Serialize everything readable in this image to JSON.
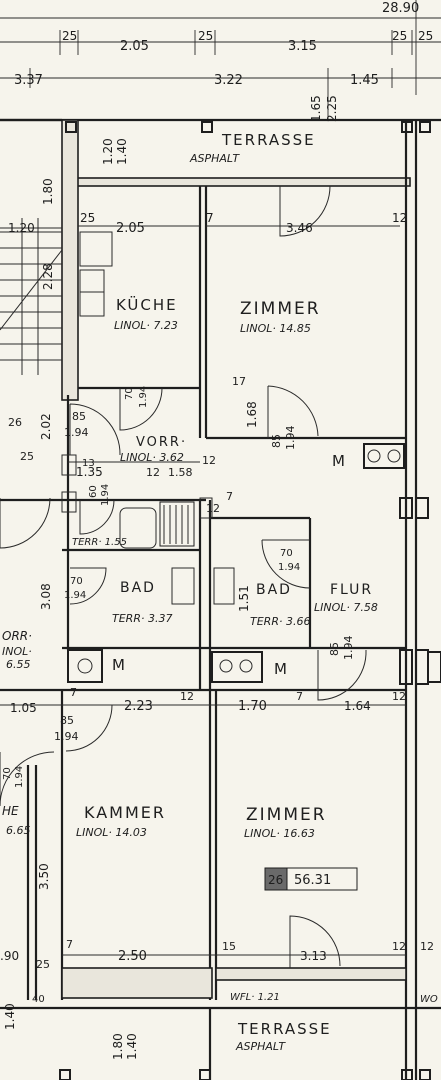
{
  "dimensions": {
    "top_total": "28.90",
    "top_row": [
      "25",
      "2.05",
      "25",
      "3.15",
      "25",
      "25"
    ],
    "second_row": [
      "3.37",
      "3.22",
      "1.45"
    ],
    "vertical": [
      "1.20",
      "1.40",
      "1.65",
      "2.25",
      "1.80",
      "2.28",
      "2.02",
      "3.08",
      "3.50",
      "1.80",
      "1.40",
      "1.40"
    ],
    "misc": [
      "1.20",
      "25",
      "2.05",
      "7",
      "3.46",
      "12",
      "1.35",
      "12",
      "1.58",
      "12",
      "7",
      "1.05",
      "7",
      "2.23",
      "12",
      "1.70",
      "7",
      "1.64",
      "12",
      "12",
      "7",
      "2.50",
      "15",
      "3.13",
      "12",
      ".90",
      "25",
      "40",
      "1.68",
      "17",
      "1.51",
      "12",
      "85",
      "1.94",
      "7",
      "26"
    ]
  },
  "rooms": {
    "terrasse_top": {
      "name": "TERRASSE",
      "sub": "ASPHALT"
    },
    "kueche": {
      "name": "KÜCHE",
      "floor": "LINOL· 7.23",
      "unit": "□"
    },
    "zimmer1": {
      "name": "ZIMMER",
      "floor": "LINOL· 14.85",
      "unit": "□"
    },
    "vorr": {
      "name": "VORR·",
      "floor": "LINOL· 3.62",
      "unit": "□"
    },
    "terr_small": {
      "label": "TERR· 1.55",
      "unit": "□"
    },
    "bad1": {
      "name": "BAD",
      "floor": "TERR· 3.37",
      "unit": "□"
    },
    "bad2": {
      "name": "BAD",
      "floor": "TERR· 3.66",
      "unit": "□"
    },
    "flur": {
      "name": "FLUR",
      "floor": "LINOL· 7.58",
      "unit": "□"
    },
    "kammer": {
      "name": "KAMMER",
      "floor": "LINOL· 14.03",
      "unit": "□"
    },
    "zimmer2": {
      "name": "ZIMMER",
      "floor": "LINOL· 16.63",
      "unit": "□"
    },
    "wfl": {
      "label": "WFL· 1.21",
      "unit": "□"
    },
    "terrasse_bottom": {
      "name": "TERRASSE",
      "sub": "ASPHALT"
    },
    "left_partial": {
      "a": "ORR·",
      "b": "INOL·",
      "c": "6.55",
      "d": "HE",
      "e": "6.65"
    }
  },
  "apartment": {
    "number": "26",
    "area": "56.31",
    "unit": "□"
  },
  "markers": {
    "m": "M"
  },
  "doors": {
    "d1": "70",
    "d1b": "1.94",
    "d2": "85",
    "d2b": "1.94",
    "d3": "60",
    "d3b": "1.94",
    "d4": "70",
    "d4b": "1.94",
    "d5": "85",
    "d5b": "1.94",
    "d6": "70",
    "d6b": "1.94",
    "d7": "85",
    "d7b": "1.94",
    "d8": "85",
    "d8b": "1.94",
    "d9": "70",
    "d9b": "1.94",
    "d10": "13",
    "d11": "25",
    "d12": "26",
    "d13": "WO"
  }
}
